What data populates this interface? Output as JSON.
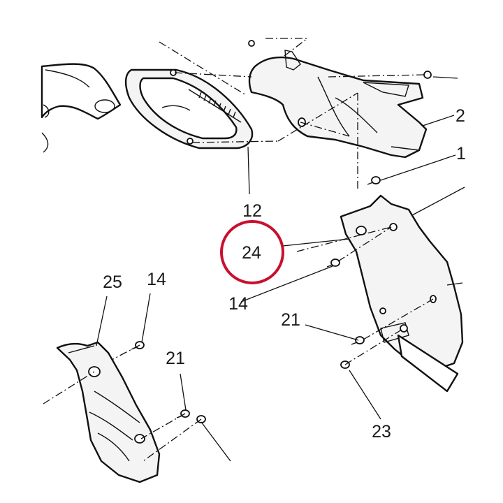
{
  "diagram": {
    "callouts": [
      {
        "id": "c12",
        "text": "12"
      },
      {
        "id": "c24",
        "text": "24",
        "highlighted": true
      },
      {
        "id": "c25",
        "text": "25"
      },
      {
        "id": "c14a",
        "text": "14"
      },
      {
        "id": "c14b",
        "text": "14"
      },
      {
        "id": "c21a",
        "text": "21"
      },
      {
        "id": "c21b",
        "text": "21"
      },
      {
        "id": "c23",
        "text": "23"
      },
      {
        "id": "c2x",
        "text": "2"
      },
      {
        "id": "c1x",
        "text": "1"
      }
    ],
    "highlight_color": "#c8102e",
    "line_color": "#111111"
  }
}
